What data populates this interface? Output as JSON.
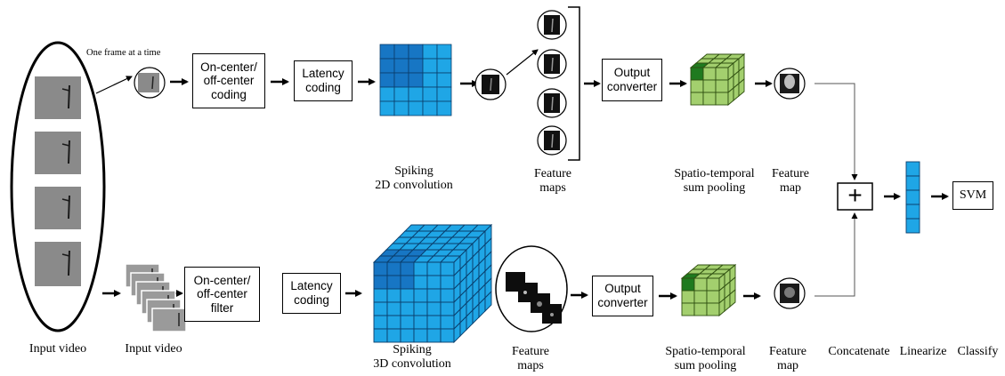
{
  "top_row": {
    "frame_caption": "One frame at a time",
    "coding_box": "On-center/\noff-center\ncoding",
    "latency_box": "Latency\ncoding",
    "conv_caption": "Spiking\n2D convolution",
    "maps_caption": "Feature\nmaps",
    "converter_box": "Output\nconverter",
    "pool_caption": "Spatio-temporal\nsum pooling",
    "map_caption": "Feature\nmap"
  },
  "bottom_row": {
    "input_caption": "Input video",
    "filter_box": "On-center/\noff-center\nfilter",
    "latency_box": "Latency\ncoding",
    "conv_caption": "Spiking\n3D convolution",
    "maps_caption": "Feature\nmaps",
    "converter_box": "Output\nconverter",
    "pool_caption": "Spatio-temporal\nsum pooling",
    "map_caption": "Feature\nmap"
  },
  "left": {
    "input_caption": "Input video"
  },
  "right": {
    "concat_symbol": "+",
    "classifier_box": "SVM",
    "concatenate_caption": "Concatenate",
    "linearize_caption": "Linearize",
    "classify_caption": "Classify"
  },
  "colors": {
    "conv_light": "#1fa6e6",
    "conv_dark": "#1776c4",
    "pool_light": "#a3cf6e",
    "pool_dark": "#1f7a1f",
    "frame_gray": "#8a8a8a"
  }
}
